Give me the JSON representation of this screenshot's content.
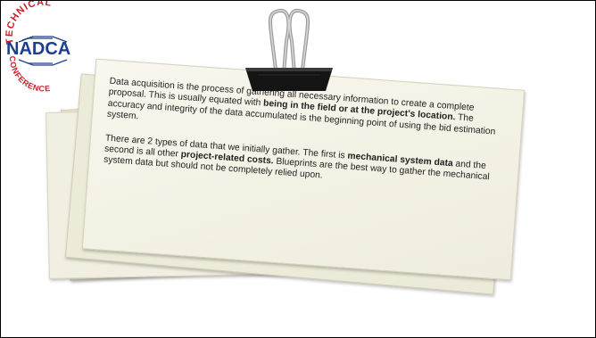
{
  "logo": {
    "top_arc": "TECHNICAL",
    "main": "NADCA",
    "bottom_arc": "CONFERENCE",
    "color_blue": "#1d3f8f",
    "color_red": "#c8202c"
  },
  "note": {
    "p1": {
      "seg1": "Data acquisition is the process of gathering all necessary information to create a complete proposal. This is usually equated with ",
      "bold1": "being in the field or at the project's location.",
      "seg2": " The accuracy and integrity of the data accumulated is the beginning point of using the bid estimation system."
    },
    "p2": {
      "seg1": "There are 2 types of data that we initially gather. The first is ",
      "bold1": "mechanical system data",
      "seg2": " and the second is all other ",
      "bold2": "project-related costs.",
      "seg3": " Blueprints are the best way to gather the mechanical system data but should not be completely relied upon."
    }
  },
  "icons": {
    "clip": "binder-clip-icon",
    "logo": "nadca-logo"
  }
}
